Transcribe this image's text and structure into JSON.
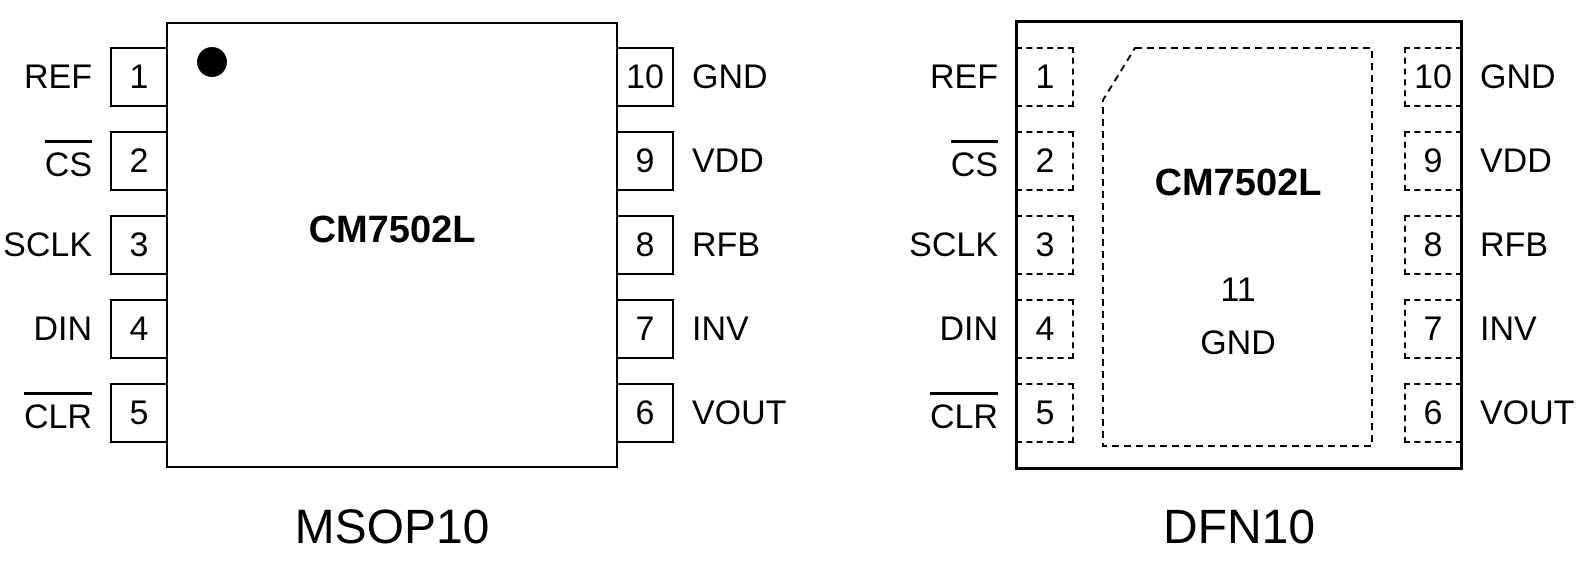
{
  "colors": {
    "line": "#000000",
    "background": "#ffffff"
  },
  "packages": {
    "msop": {
      "chip_name": "CM7502L",
      "caption": "MSOP10",
      "left_pins": [
        {
          "number": "1",
          "label": "REF",
          "overline": false
        },
        {
          "number": "2",
          "label": "CS",
          "overline": true
        },
        {
          "number": "3",
          "label": "SCLK",
          "overline": false
        },
        {
          "number": "4",
          "label": "DIN",
          "overline": false
        },
        {
          "number": "5",
          "label": "CLR",
          "overline": true
        }
      ],
      "right_pins": [
        {
          "number": "10",
          "label": "GND"
        },
        {
          "number": "9",
          "label": "VDD"
        },
        {
          "number": "8",
          "label": "RFB"
        },
        {
          "number": "7",
          "label": "INV"
        },
        {
          "number": "6",
          "label": "VOUT"
        }
      ]
    },
    "dfn": {
      "chip_name": "CM7502L",
      "caption": "DFN10",
      "thermal_pad": {
        "number": "11",
        "label": "GND"
      },
      "left_pins": [
        {
          "number": "1",
          "label": "REF",
          "overline": false
        },
        {
          "number": "2",
          "label": "CS",
          "overline": true
        },
        {
          "number": "3",
          "label": "SCLK",
          "overline": false
        },
        {
          "number": "4",
          "label": "DIN",
          "overline": false
        },
        {
          "number": "5",
          "label": "CLR",
          "overline": true
        }
      ],
      "right_pins": [
        {
          "number": "10",
          "label": "GND"
        },
        {
          "number": "9",
          "label": "VDD"
        },
        {
          "number": "8",
          "label": "RFB"
        },
        {
          "number": "7",
          "label": "INV"
        },
        {
          "number": "6",
          "label": "VOUT"
        }
      ]
    }
  }
}
